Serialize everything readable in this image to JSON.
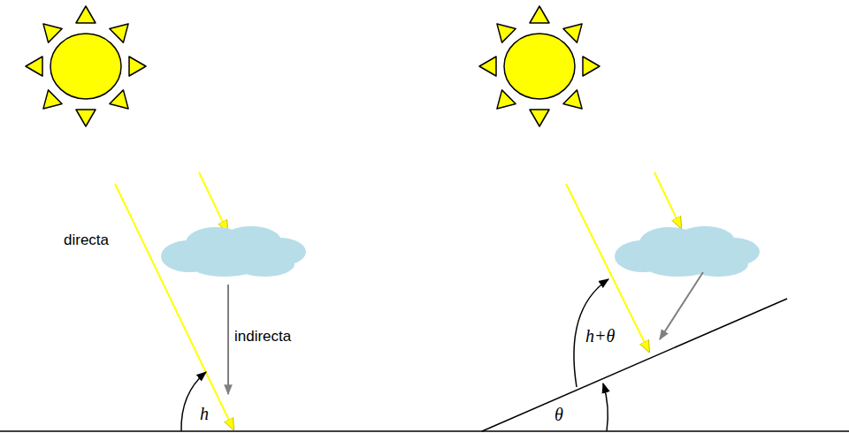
{
  "diagram": {
    "labels": [
      "directa",
      "indirecta",
      "h",
      "h+θ",
      "θ"
    ]
  }
}
